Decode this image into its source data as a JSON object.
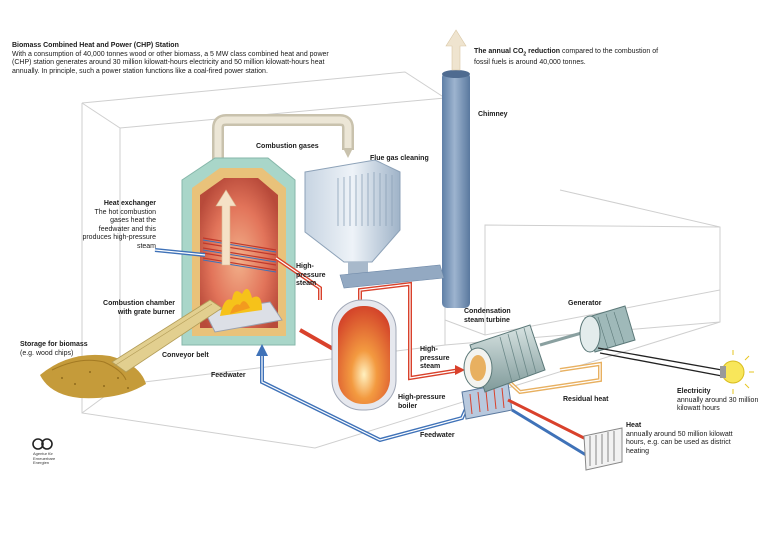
{
  "intro": {
    "title": "Biomass Combined Heat and Power (CHP) Station",
    "body": "With a consumption of 40,000 tonnes wood or other biomass, a 5 MW class combined heat and power (CHP) station generates around 30 million kilowatt-hours electricity and 50 million kilowatt-hours heat annually. In principle, such a power station functions like a coal-fired power station."
  },
  "co2": {
    "title_pre": "The annual CO",
    "title_sub": "2",
    "title_post": " reduction",
    "body": " compared to the combustion of fossil fuels is around 40,000 tonnes."
  },
  "labels": {
    "chimney": "Chimney",
    "combustion_gases": "Combustion gases",
    "flue_gas_cleaning": "Flue gas cleaning",
    "heat_exchanger_title": "Heat exchanger",
    "heat_exchanger_body": "The hot combustion gases heat the feedwater and this produces high-pressure steam",
    "hp_steam_1": "High-pressure steam",
    "combustion_chamber": "Combustion chamber with grate burner",
    "storage_title": "Storage for biomass",
    "storage_body": "(e.g. wood chips)",
    "conveyor_belt": "Conveyor belt",
    "feedwater_1": "Feedwater",
    "hp_steam_2": "High-pressure steam",
    "hp_boiler": "High-pressure boiler",
    "condensation_turbine": "Condensation steam turbine",
    "generator": "Generator",
    "residual_heat": "Residual heat",
    "feedwater_2": "Feedwater",
    "heat_title": "Heat",
    "heat_body": "annually around 50 million kilowatt hours, e.g. can be used as district heating",
    "electricity_title": "Electricity",
    "electricity_body": "annually around 30 million kilowatt hours"
  },
  "logo": {
    "line1": "Agentur für",
    "line2": "Erneuerbare",
    "line3": "Energien"
  },
  "colors": {
    "steam_red": "#d9412b",
    "feedwater_blue": "#3f72b8",
    "residual_orange": "#e8b060",
    "chimney_blue": "#6f8fb4",
    "building_line": "#c9c9c9"
  },
  "icons": [
    "flame-icon",
    "arrow-up-icon",
    "light-bulb-icon",
    "radiator-icon",
    "agency-logo-icon"
  ]
}
